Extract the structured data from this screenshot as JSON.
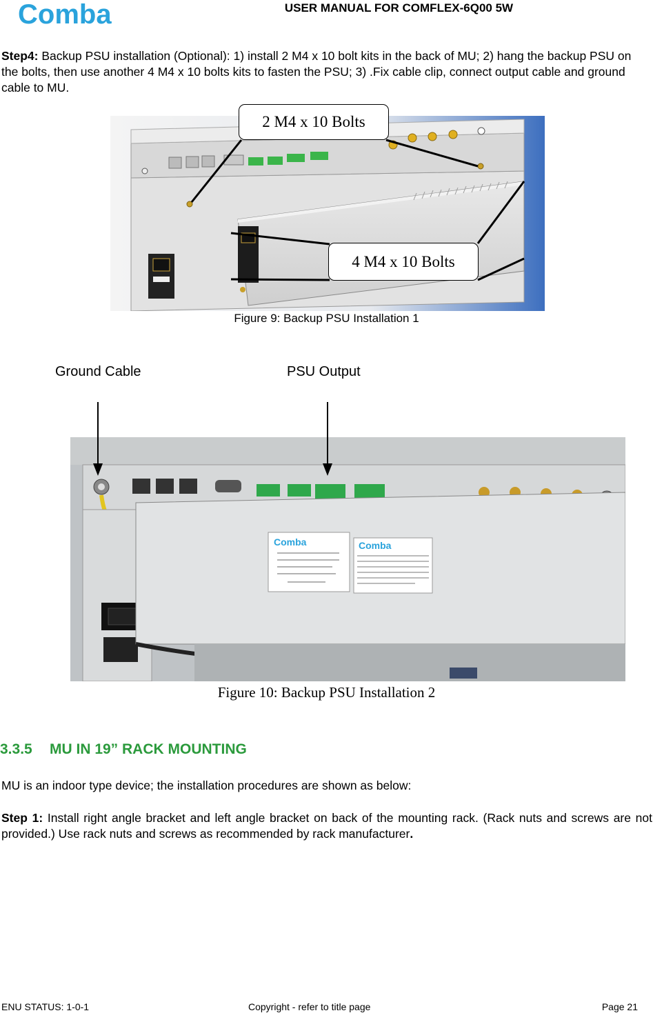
{
  "header": {
    "logo_text": "Comba",
    "title": "USER MANUAL FOR COMFLEX-6Q00 5W"
  },
  "step4": {
    "label": "Step4:",
    "text": " Backup PSU installation (Optional): 1) install 2 M4 x 10 bolt kits in the back of MU; 2) hang the backup PSU on the bolts, then use another 4 M4 x 10 bolts kits to fasten the PSU; 3) .Fix cable clip, connect output cable and ground cable to MU."
  },
  "figure9": {
    "callout_top": "2 M4 x 10 Bolts",
    "callout_bottom": "4 M4 x 10 Bolts",
    "caption": "Figure 9: Backup PSU Installation 1"
  },
  "figure10": {
    "label_ground": "Ground Cable",
    "label_psu": "PSU Output",
    "caption": "Figure 10: Backup PSU Installation 2",
    "label_brand_left": "Comba",
    "label_brand_right": "Comba"
  },
  "section": {
    "number": "3.3.5",
    "title": "MU IN 19” RACK MOUNTING"
  },
  "body": {
    "intro": "MU is an indoor type device; the installation procedures are shown as below:",
    "step1_label": "Step 1:",
    "step1_text": " Install right angle bracket and left angle bracket on back of the mounting rack. (Rack nuts and screws are not provided.) Use rack nuts and screws as recommended by rack manufacturer",
    "step1_end": "."
  },
  "footer": {
    "status": "ENU STATUS: 1-0-1",
    "copyright": "Copyright - refer to title page",
    "page": "Page 21"
  },
  "colors": {
    "logo_blue": "#2aa3dc",
    "section_green": "#2b9a3c"
  }
}
